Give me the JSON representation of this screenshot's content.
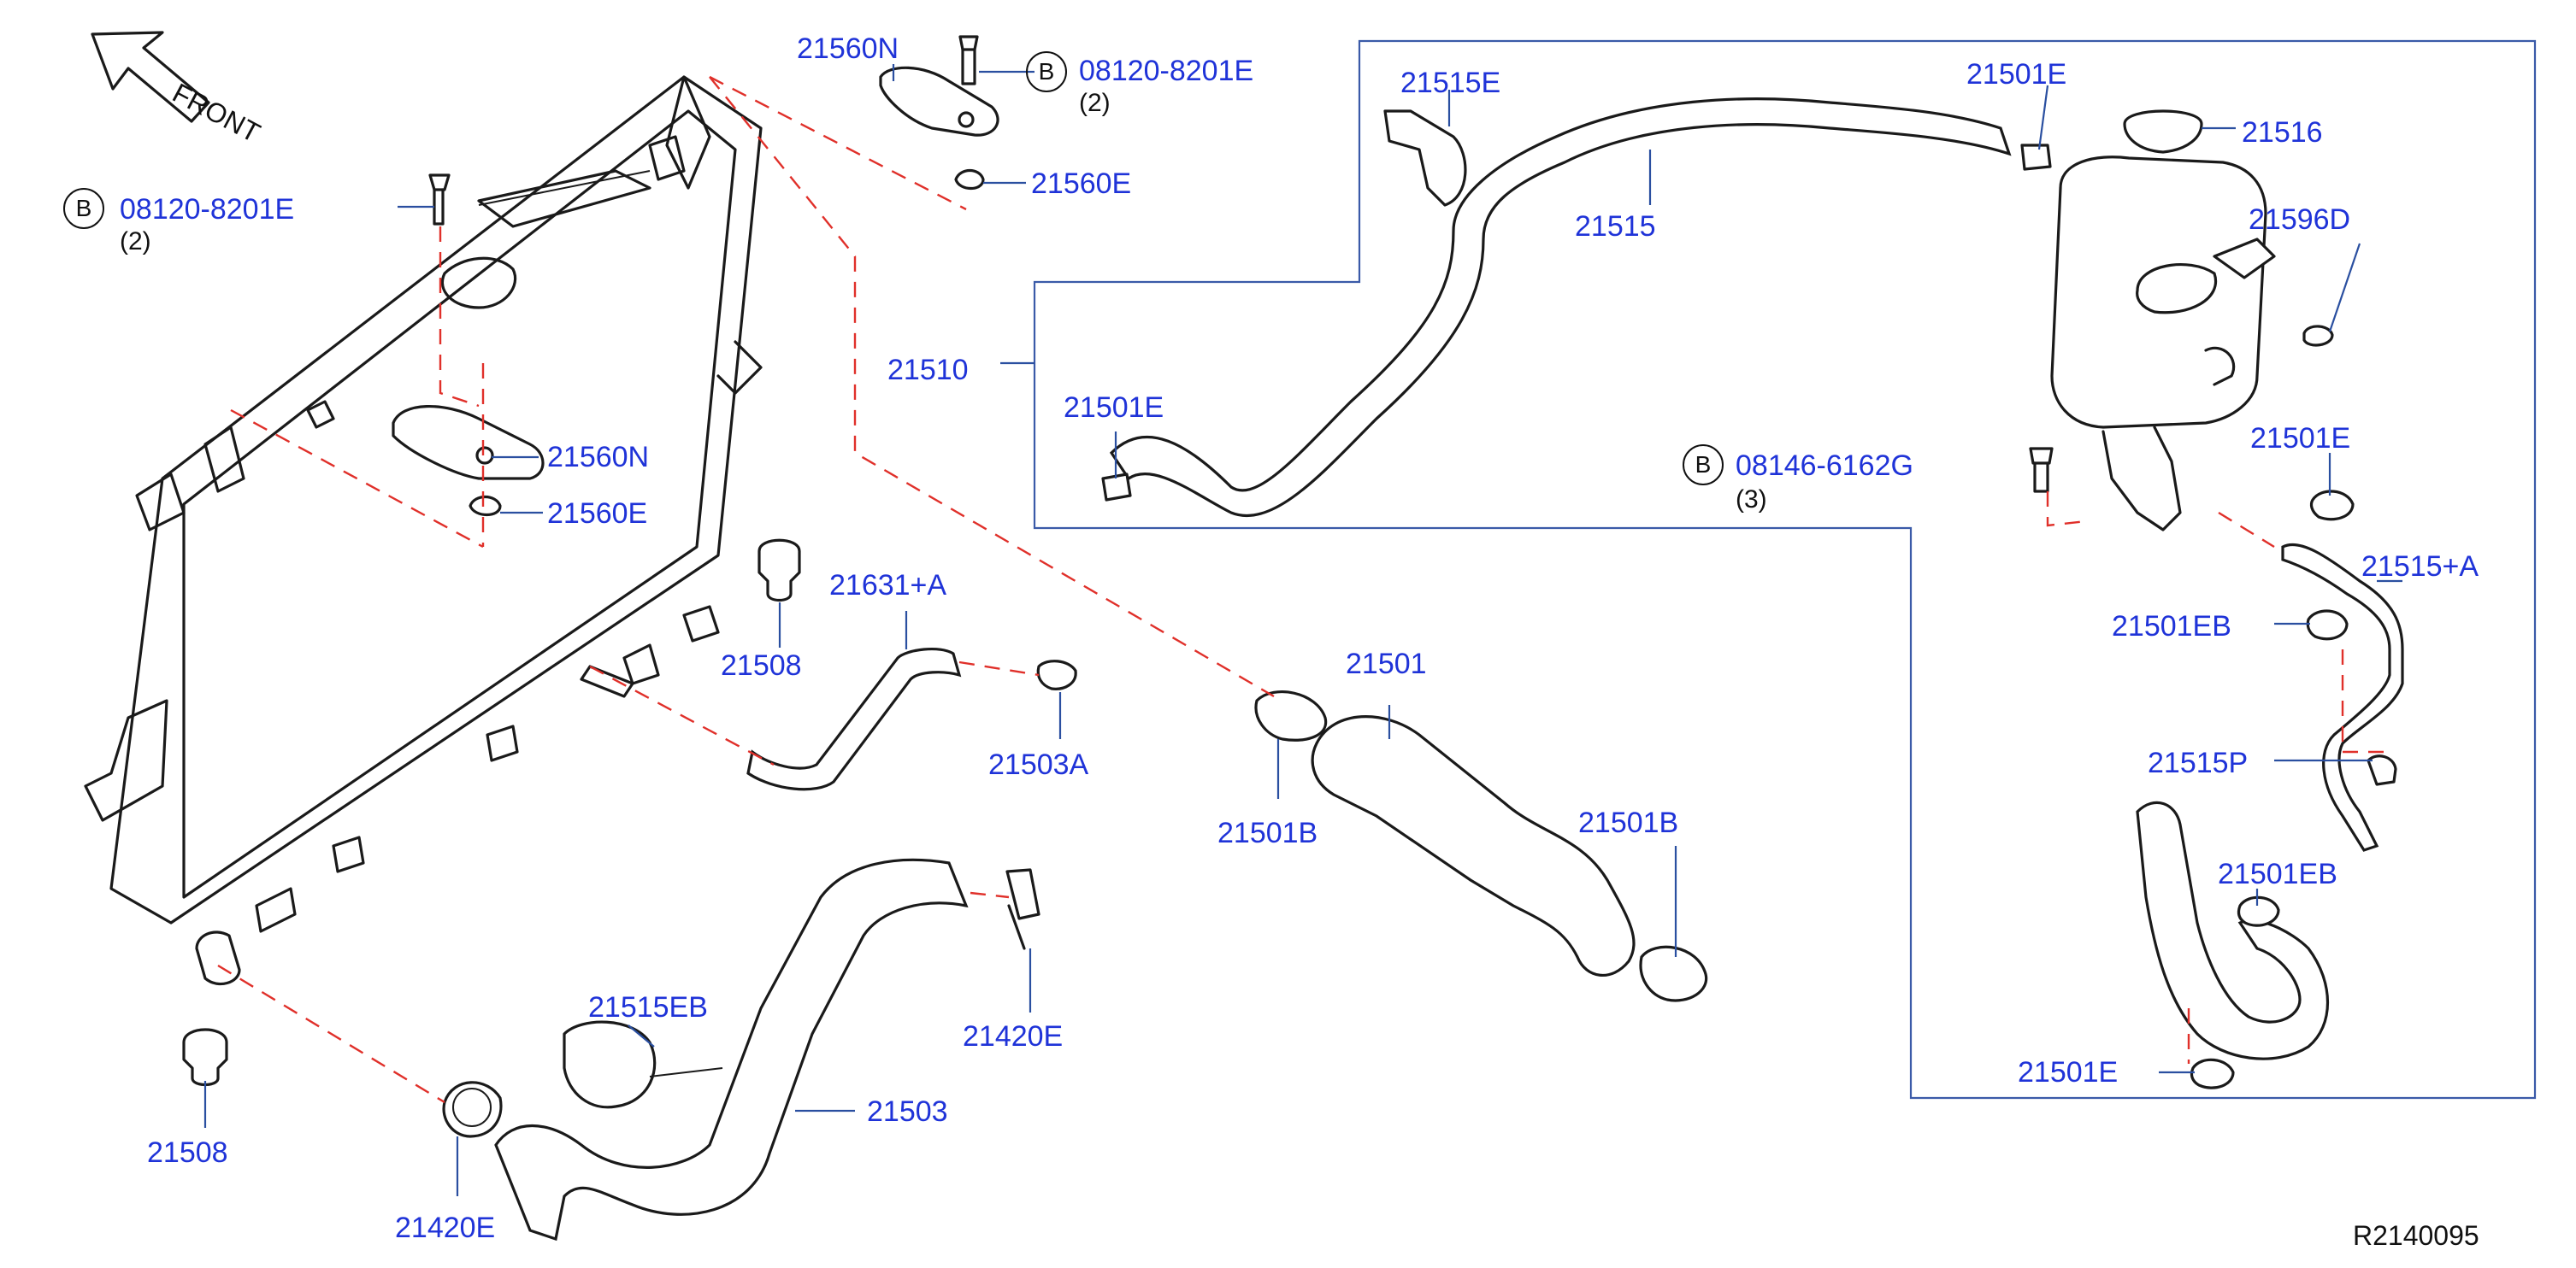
{
  "front_label": "FRONT",
  "bolt_badge": "B",
  "callouts": {
    "c_08120_left": "08120-8201E",
    "c_08120_left_qty": "(2)",
    "c_21560N_top": "21560N",
    "c_08120_top": "08120-8201E",
    "c_08120_top_qty": "(2)",
    "c_21560E_top": "21560E",
    "c_21560N_mid": "21560N",
    "c_21560E_mid": "21560E",
    "c_21508_upper": "21508",
    "c_21631A": "21631+A",
    "c_21503A": "21503A",
    "c_21510": "21510",
    "c_21515E": "21515E",
    "c_21515": "21515",
    "c_21501E_top": "21501E",
    "c_21516": "21516",
    "c_21596D": "21596D",
    "c_21501E_left": "21501E",
    "c_08146": "08146-6162G",
    "c_08146_qty": "(3)",
    "c_21501E_right": "21501E",
    "c_21515A": "21515+A",
    "c_21501EB_upper": "21501EB",
    "c_21515P": "21515P",
    "c_21501EB_lower": "21501EB",
    "c_21501E_bottom": "21501E",
    "c_21501": "21501",
    "c_21501B_left": "21501B",
    "c_21501B_right": "21501B",
    "c_21515EB": "21515EB",
    "c_21420E_right": "21420E",
    "c_21503": "21503",
    "c_21508_lower": "21508",
    "c_21420E_left": "21420E"
  },
  "diagram_ref": "R2140095",
  "colors": {
    "callout_text": "#1f33d8",
    "leader_line": "#2a4fa0",
    "dashed_reference": "#e0302a",
    "part_outline": "#1a1a1a"
  }
}
